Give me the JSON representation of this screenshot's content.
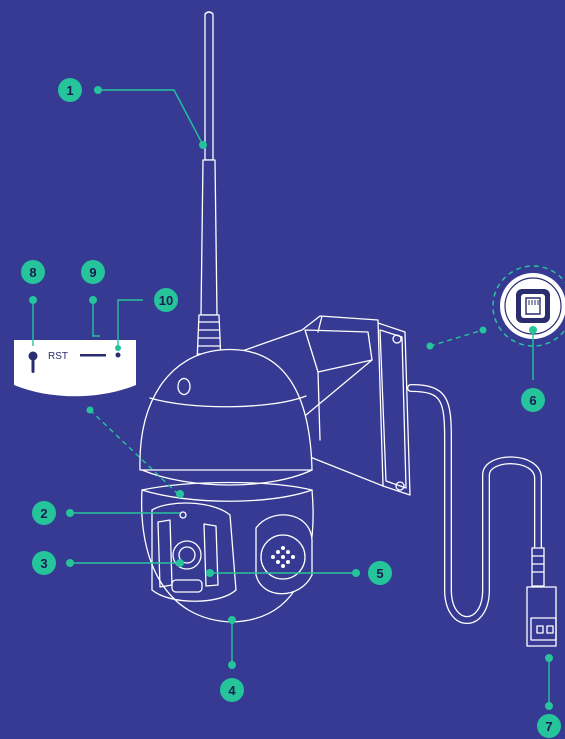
{
  "callouts": [
    {
      "id": "1",
      "label": "1",
      "part": "antenna"
    },
    {
      "id": "2",
      "label": "2",
      "part": "light-sensor"
    },
    {
      "id": "3",
      "label": "3",
      "part": "lens"
    },
    {
      "id": "4",
      "label": "4",
      "part": "speaker"
    },
    {
      "id": "5",
      "label": "5",
      "part": "rotating-head"
    },
    {
      "id": "6",
      "label": "6",
      "part": "ethernet-port"
    },
    {
      "id": "7",
      "label": "7",
      "part": "power-plug"
    },
    {
      "id": "8",
      "label": "8",
      "part": "microphone"
    },
    {
      "id": "9",
      "label": "9",
      "part": "status-indicator"
    },
    {
      "id": "10",
      "label": "10",
      "part": "reset-button"
    }
  ],
  "reset_panel": {
    "label": "RST"
  },
  "colors": {
    "background": "#363a93",
    "line": "#ffffff",
    "accent": "#25c49a",
    "badge_text": "#1b1d52",
    "panel": "#ffffff"
  }
}
